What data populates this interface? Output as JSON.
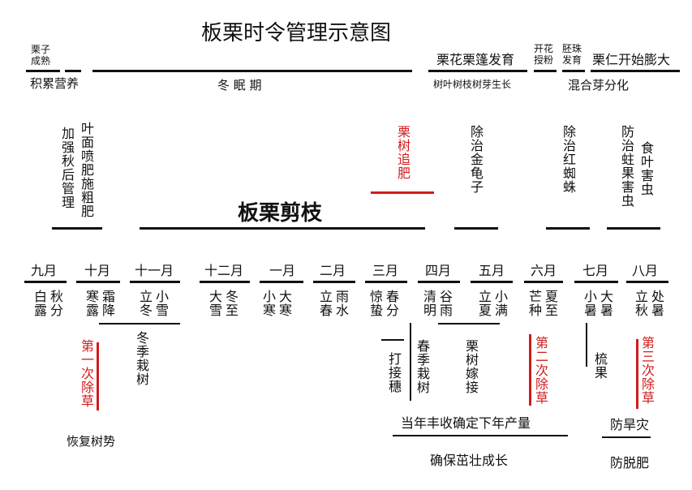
{
  "title": "板栗时令管理示意图",
  "phases": {
    "chestnut_ripe": "栗子成熟",
    "accumulate": "积累营养",
    "dormancy": "冬 眠 期",
    "flower_bur": "栗花栗篷发育",
    "leaf_growth": "树叶树枝树芽生长",
    "bloom": "开花授粉",
    "embryo": "胚珠发育",
    "kernel": "栗仁开始膨大",
    "mixed_bud": "混合芽分化"
  },
  "tasks": {
    "autumn_mgmt": "加强秋后管理",
    "foliar": "叶面喷肥施粗肥",
    "pruning": "板栗剪枝",
    "topdress": "栗树追肥",
    "beetle": "除治金龟子",
    "spider": "除治红蜘蛛",
    "fruit_pest": "防治蛀果害虫",
    "leaf_pest": "食叶害虫"
  },
  "months": [
    "九月",
    "十月",
    "十一月",
    "十二月",
    "一月",
    "二月",
    "三月",
    "四月",
    "五月",
    "六月",
    "七月",
    "八月"
  ],
  "terms": [
    [
      "白露",
      "秋分"
    ],
    [
      "寒露",
      "霜降"
    ],
    [
      "立冬",
      "小雪"
    ],
    [
      "大雪",
      "冬至"
    ],
    [
      "小寒",
      "大寒"
    ],
    [
      "立春",
      "雨水"
    ],
    [
      "惊蛰",
      "春分"
    ],
    [
      "清明",
      "谷雨"
    ],
    [
      "立夏",
      "小满"
    ],
    [
      "芒种",
      "夏至"
    ],
    [
      "小暑",
      "大暑"
    ],
    [
      "立秋",
      "处暑"
    ]
  ],
  "bottom": {
    "weed1": "第一次除草",
    "winter_plant": "冬季栽树",
    "recover": "恢复树势",
    "grafting": "打接穗",
    "spring_plant": "春季栽树",
    "graft": "栗树嫁接",
    "weed2": "第二次除草",
    "comb": "梳果",
    "weed3": "第三次除草",
    "harvest": "当年丰收确定下年产量",
    "drought": "防旱灾",
    "strong": "确保茁壮成长",
    "fertilizer": "防脱肥"
  },
  "colors": {
    "accent_red": "#d01c1c",
    "ink": "#111111"
  }
}
